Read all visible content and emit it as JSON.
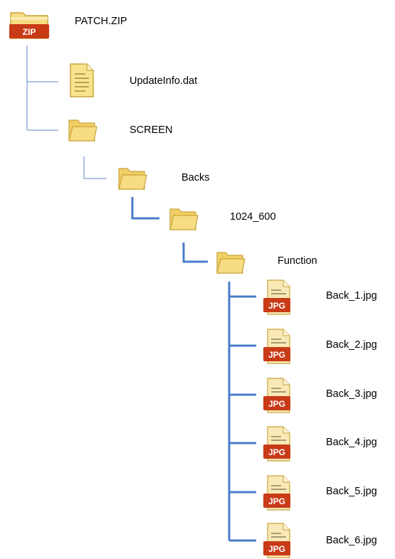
{
  "tree": {
    "root": {
      "label": "PATCH.ZIP",
      "icon": "zip-icon",
      "badge": "ZIP"
    },
    "children": [
      {
        "label": "UpdateInfo.dat",
        "icon": "document-icon"
      },
      {
        "label": "SCREEN",
        "icon": "folder-icon"
      },
      {
        "label": "Backs",
        "icon": "folder-icon"
      },
      {
        "label": "1024_600",
        "icon": "folder-icon"
      },
      {
        "label": "Function",
        "icon": "folder-icon"
      }
    ],
    "files": [
      {
        "label": "Back_1.jpg",
        "icon": "jpg-icon",
        "badge": "JPG"
      },
      {
        "label": "Back_2.jpg",
        "icon": "jpg-icon",
        "badge": "JPG"
      },
      {
        "label": "Back_3.jpg",
        "icon": "jpg-icon",
        "badge": "JPG"
      },
      {
        "label": "Back_4.jpg",
        "icon": "jpg-icon",
        "badge": "JPG"
      },
      {
        "label": "Back_5.jpg",
        "icon": "jpg-icon",
        "badge": "JPG"
      },
      {
        "label": "Back_6.jpg",
        "icon": "jpg-icon",
        "badge": "JPG"
      }
    ]
  },
  "colors": {
    "thin_connector": "#5b8ac6",
    "thick_connector": "#4a7cc8",
    "folder_fill": "#f7dc83",
    "folder_outline": "#c9a53b",
    "badge_red": "#c93a17"
  }
}
